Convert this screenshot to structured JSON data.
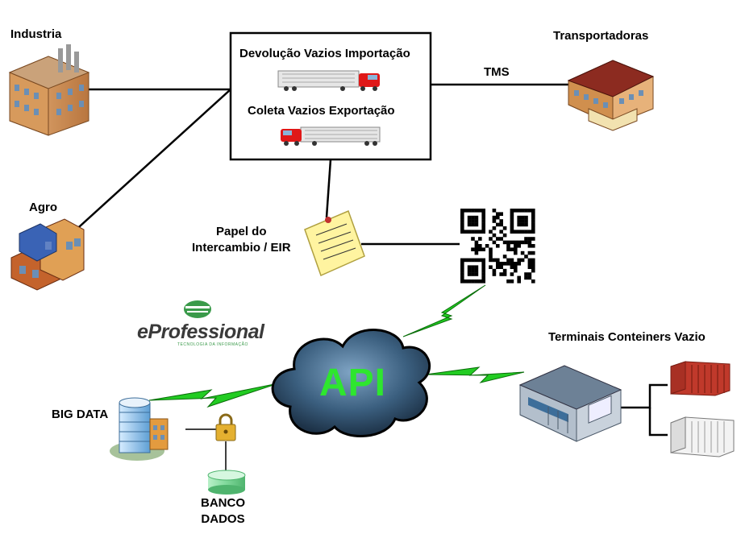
{
  "nodes": {
    "industria": "Industria",
    "agro": "Agro",
    "transportadoras": "Transportadoras",
    "tms": "TMS",
    "devolucao": "Devolução Vazios Importação",
    "coleta": "Coleta Vazios Exportação",
    "papel_line1": "Papel do",
    "papel_line2": "Intercambio / EIR",
    "terminais": "Terminais Conteiners Vazio",
    "big_data": "BIG DATA",
    "banco_line1": "BANCO",
    "banco_line2": "DADOS",
    "api": "API"
  },
  "logo": {
    "name": "eProfessional",
    "tagline": "TECNOLOGIA DA INFORMAÇÃO"
  },
  "colors": {
    "api_text": "#2ee62e",
    "cloud": "#3b5f7f",
    "lightning": "#22cc22",
    "logo_green": "#3a9a4a",
    "truck_red": "#e01818",
    "container_red": "#c0392b"
  }
}
